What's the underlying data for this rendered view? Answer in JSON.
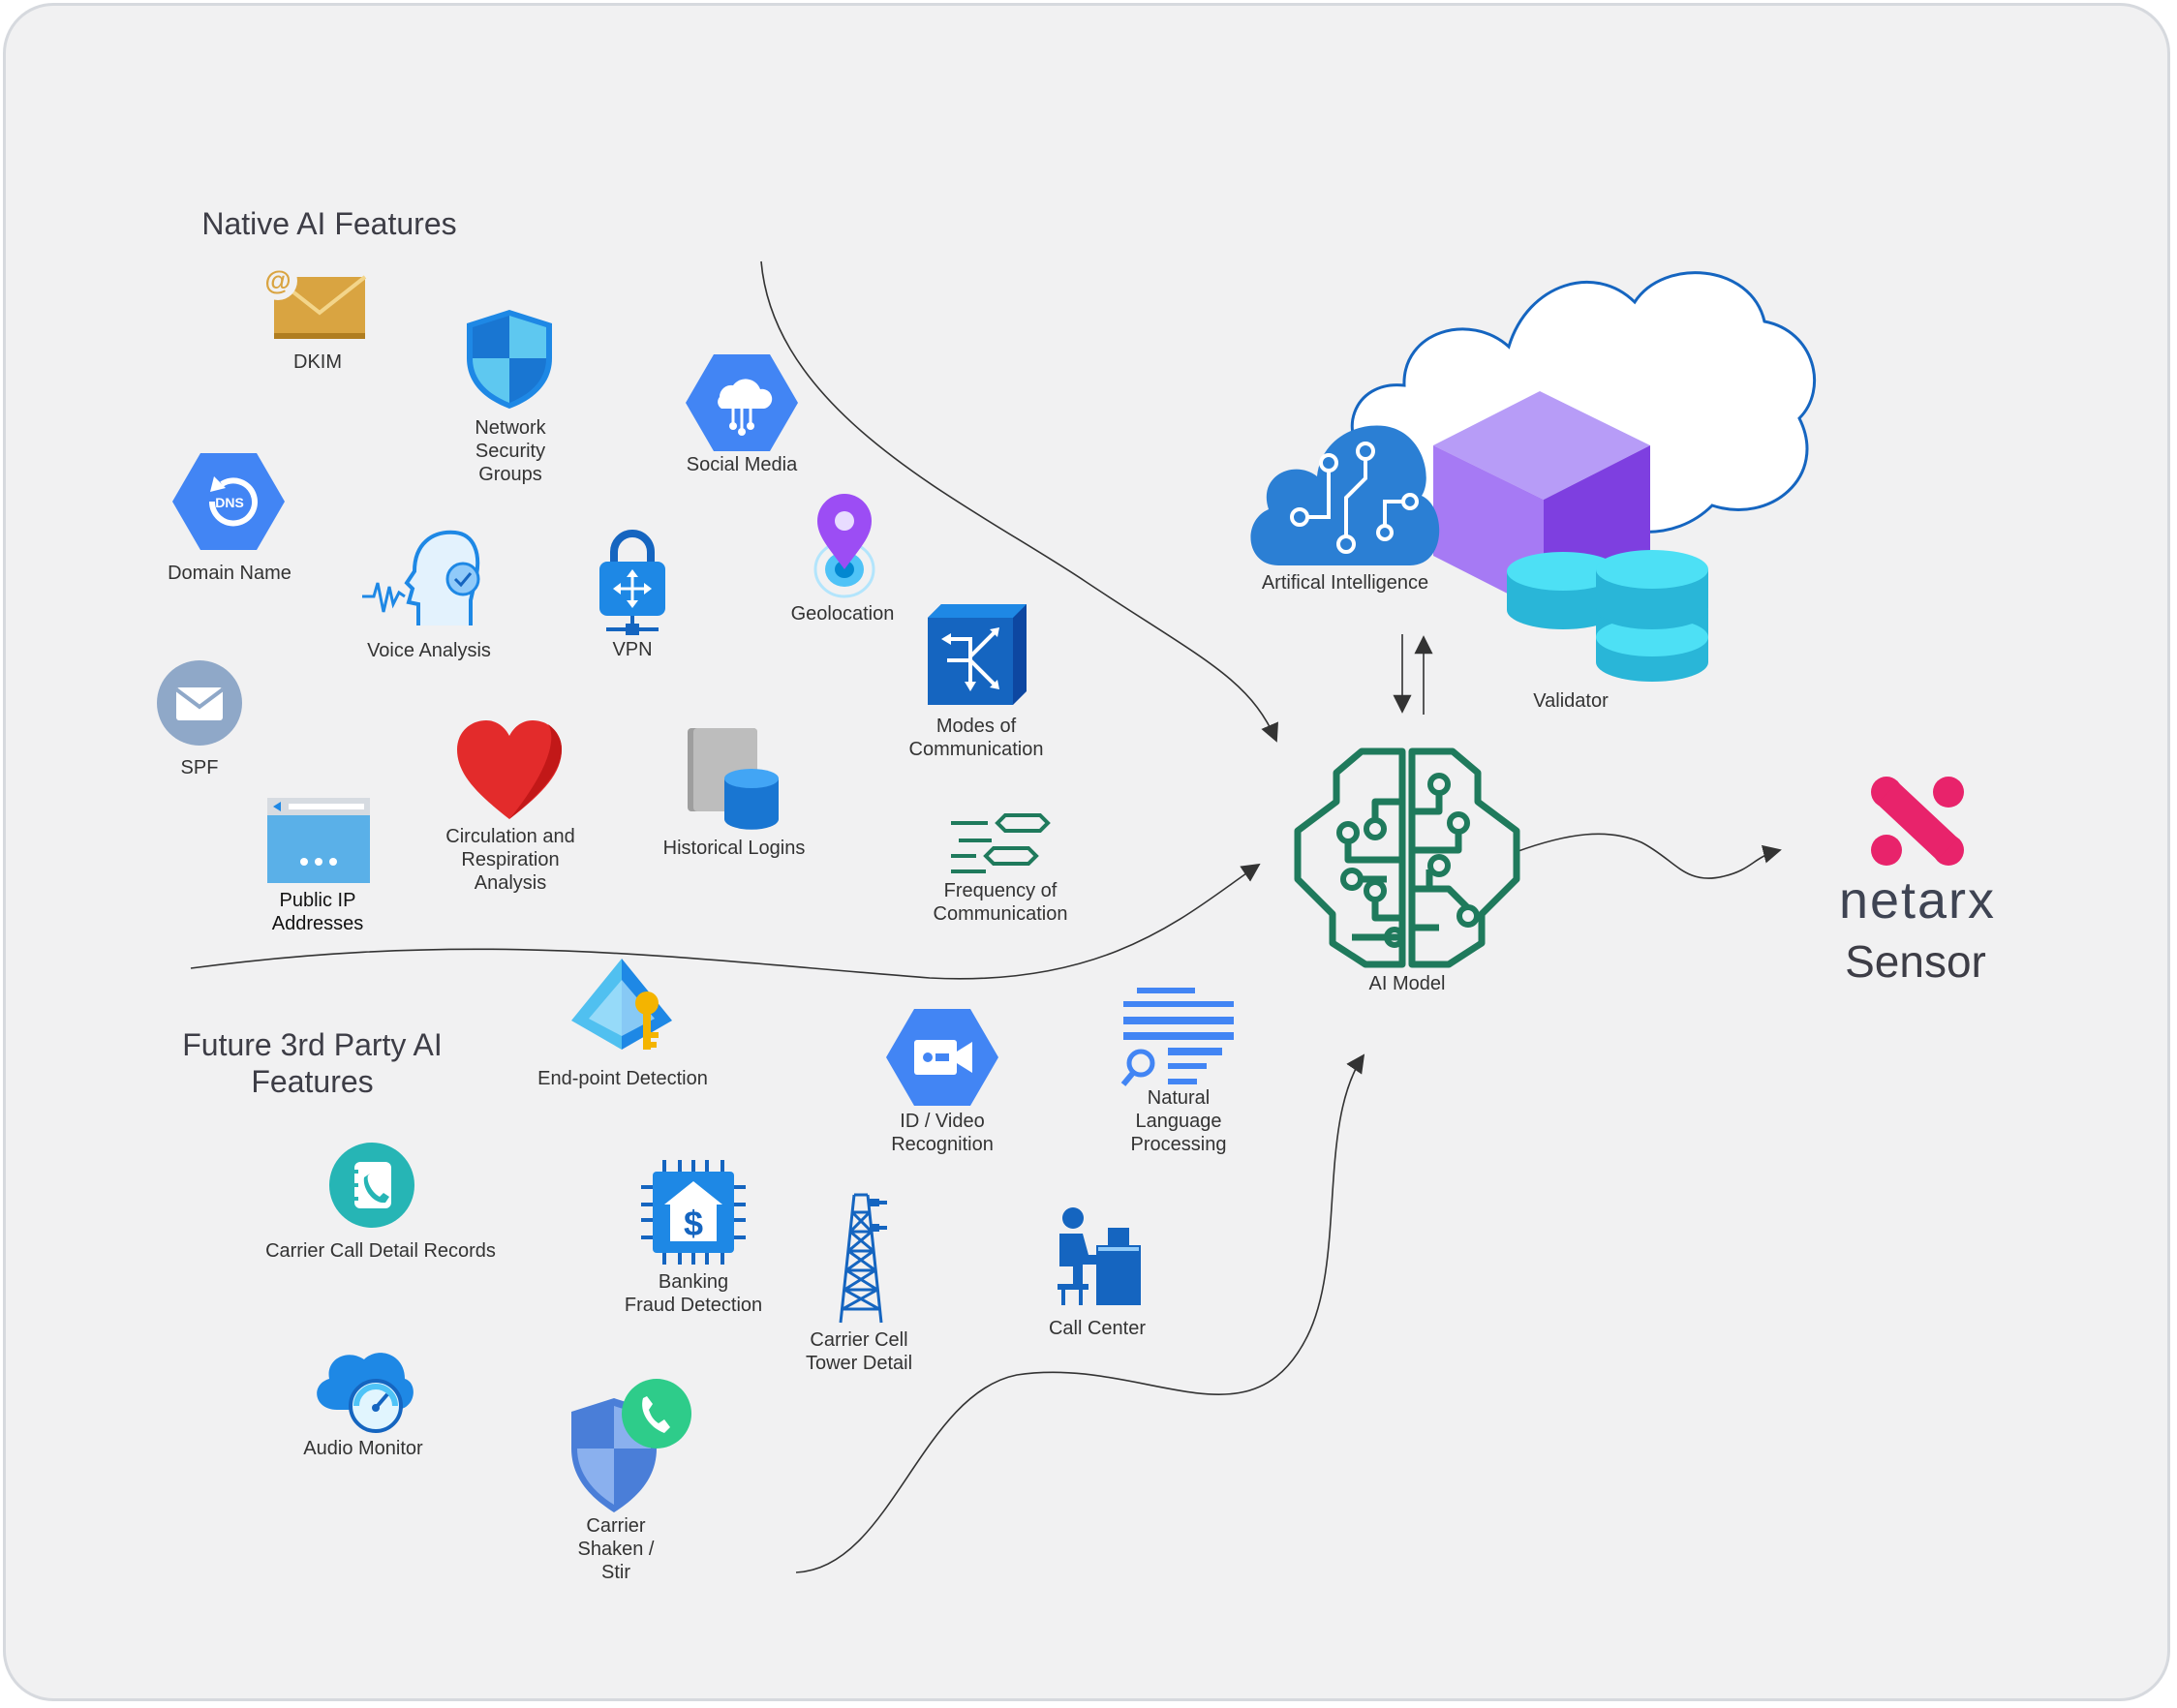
{
  "diagram": {
    "sections": {
      "native": "Native AI Features",
      "future": "Future 3rd Party AI\nFeatures"
    },
    "native_features": {
      "dkim": "DKIM",
      "nsg": "Network\nSecurity\nGroups",
      "social_media": "Social Media",
      "domain_name": "Domain Name",
      "voice_analysis": "Voice Analysis",
      "vpn": "VPN",
      "geolocation": "Geolocation",
      "spf": "SPF",
      "circulation": "Circulation and\nRespiration\nAnalysis",
      "historical_logins": "Historical Logins",
      "modes": "Modes of\nCommunication",
      "public_ip": "Public IP\nAddresses",
      "frequency": "Frequency of\nCommunication"
    },
    "future_features": {
      "endpoint": "End-point Detection",
      "id_video": "ID / Video\nRecognition",
      "nlp": "Natural\nLanguage\nProcessing",
      "cdr": "Carrier Call Detail Records",
      "banking": "Banking\nFraud Detection",
      "cell_tower": "Carrier Cell\nTower Detail",
      "call_center": "Call Center",
      "audio_monitor": "Audio Monitor",
      "shaken_stir": "Carrier\nShaken /\nStir"
    },
    "core": {
      "ai": "Artifical Intelligence",
      "validator": "Validator",
      "model": "AI Model"
    },
    "output": {
      "brand": "netarx",
      "product": "Sensor"
    },
    "colors": {
      "background": "#f1f1f2",
      "model_green": "#1f7a5c",
      "brand_pink": "#e8236b",
      "cloud_blue": "#1565c0",
      "validator_purple": "#8f5bea",
      "validator_cyan": "#3dd6f0"
    }
  }
}
